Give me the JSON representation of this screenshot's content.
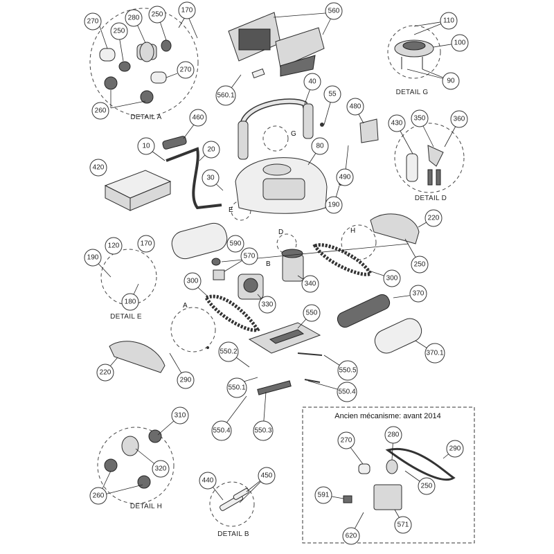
{
  "diagram": {
    "details": {
      "a": "DETAIL A",
      "b": "DETAIL B",
      "d": "DETAIL D",
      "e": "DETAIL E",
      "g": "DETAIL G",
      "h": "DETAIL H"
    },
    "box_title": "Ancien mécanisme: avant 2014",
    "markers": {
      "a": "A",
      "b": "B",
      "d": "D",
      "e": "E",
      "g": "G",
      "h": "H"
    },
    "callouts": {
      "c270a": "270",
      "c280a": "280",
      "c250a1": "250",
      "c170a": "170",
      "c250a2": "250",
      "c270a2": "270",
      "c260a": "260",
      "c560": "560",
      "c5601": "560.1",
      "c110": "110",
      "c100": "100",
      "c90": "90",
      "c40": "40",
      "c55": "55",
      "c480": "480",
      "c460": "460",
      "c10": "10",
      "c20": "20",
      "c420": "420",
      "c30": "30",
      "c80": "80",
      "c430": "430",
      "c350": "350",
      "c360": "360",
      "c490": "490",
      "c190": "190",
      "c220a": "220",
      "c250b": "250",
      "c120": "120",
      "c170e": "170",
      "c190e": "190",
      "c180": "180",
      "c590": "590",
      "c570": "570",
      "c300a": "300",
      "c300b": "300",
      "c340": "340",
      "c330": "330",
      "c370": "370",
      "c3701": "370.1",
      "c550": "550",
      "c5502": "550.2",
      "c5505": "550.5",
      "c5501": "550.1",
      "c5504a": "550.4",
      "c5504b": "550.4",
      "c5503": "550.3",
      "c220b": "220",
      "c290a": "290",
      "c310": "310",
      "c320": "320",
      "c260h": "260",
      "c440": "440",
      "c450": "450",
      "c270b": "270",
      "c280b": "280",
      "c290b": "290",
      "c250c": "250",
      "c591": "591",
      "c571": "571",
      "c620": "620"
    }
  }
}
